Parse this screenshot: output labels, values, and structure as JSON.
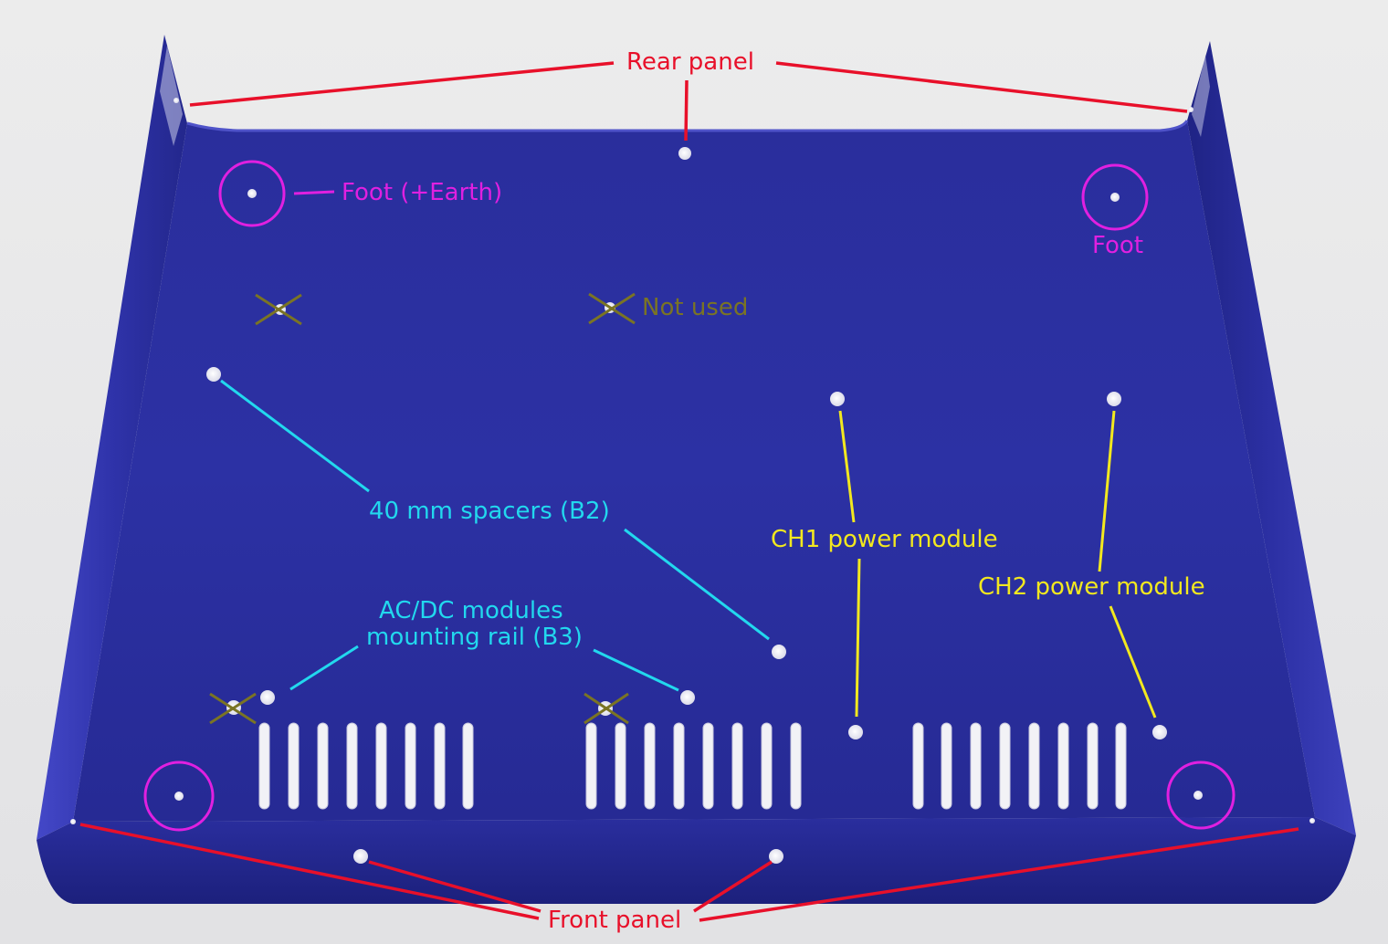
{
  "image": {
    "subject": "blue sheet metal chassis bottom plate with annotated mounting holes",
    "colors": {
      "plate": "#2b2f9e",
      "plate_dark": "#1f2380",
      "plate_edge": "#3a3fb8",
      "background": "#e8e8e9",
      "rear_front_lines": "#e8102a",
      "foot": "#e020e0",
      "not_used": "#6f6a1f",
      "spacers": "#22d8ee",
      "power_modules": "#f2e81f"
    }
  },
  "annotations": {
    "rear_panel": "Rear panel",
    "foot_earth": "Foot (+Earth)",
    "foot": "Foot",
    "not_used": "Not used",
    "spacers": "40 mm spacers (B2)",
    "acdc_line1": "AC/DC modules",
    "acdc_line2": "mounting rail (B3)",
    "ch1": "CH1 power module",
    "ch2": "CH2 power module",
    "front_panel": "Front panel"
  }
}
